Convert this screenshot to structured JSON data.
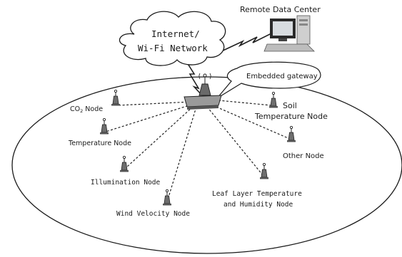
{
  "diagram": {
    "remote_data_center": "Remote Data Center",
    "network": {
      "line1": "Internet/",
      "line2": "Wi-Fi Network"
    },
    "gateway_callout": "Embedded gateway",
    "nodes": {
      "co2": {
        "main": "CO",
        "sub": "2",
        "tail": " Node"
      },
      "soil": {
        "line1": "Soil",
        "line2": "Temperature Node"
      },
      "temperature": "Temperature Node",
      "other": "Other Node",
      "illumination": "Illumination Node",
      "leaf": {
        "line1": "Leaf Layer Temperature",
        "line2": "and Humidity Node"
      },
      "wind": "Wind Velocity Node"
    }
  }
}
